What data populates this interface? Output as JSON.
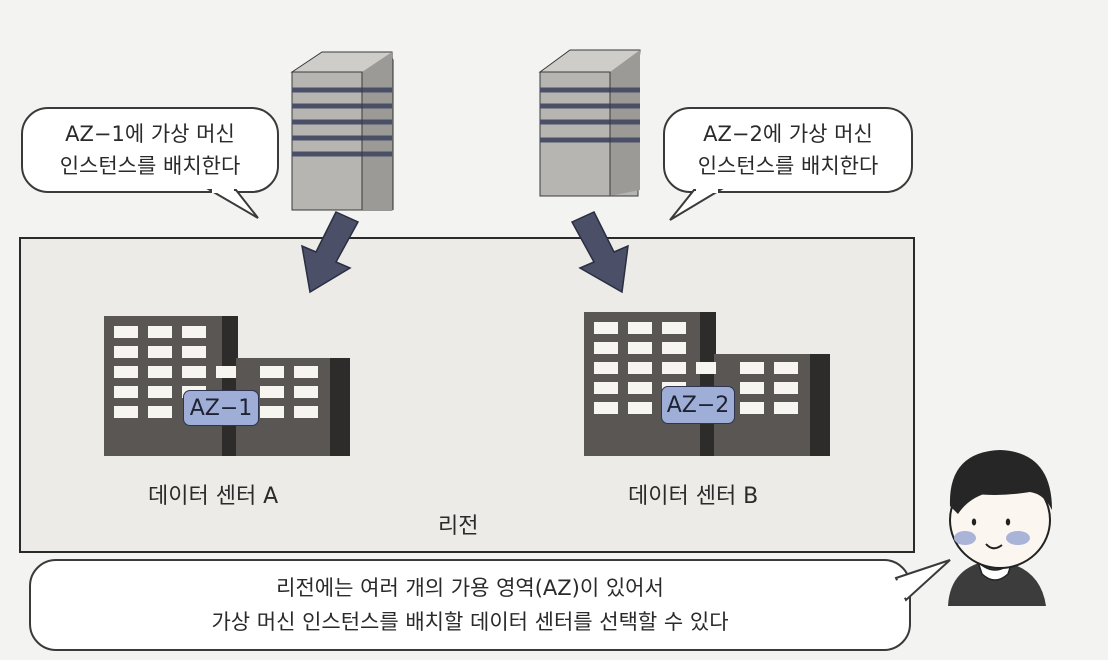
{
  "bubbles": {
    "az1": {
      "line1": "AZ−1에 가상 머신",
      "line2": "인스턴스를 배치한다"
    },
    "az2": {
      "line1": "AZ−2에 가상 머신",
      "line2": "인스턴스를 배치한다"
    },
    "bottom": {
      "line1": "리전에는 여러 개의 가용 영역(AZ)이 있어서",
      "line2": "가상 머신 인스턴스를 배치할 데이터 센터를 선택할 수 있다"
    }
  },
  "datacenters": {
    "a": {
      "label": "데이터 센터 A",
      "az": "AZ−1"
    },
    "b": {
      "label": "데이터 센터 B",
      "az": "AZ−2"
    }
  },
  "region": {
    "label": "리전"
  },
  "colors": {
    "background": "#f3f3f1",
    "building": "#5a5654",
    "building_shadow": "#2e2c2b",
    "window": "#f7f5f0",
    "server": "#b7b5b1",
    "server_stripe": "#4a4f68",
    "arrow": "#4b5068",
    "az_badge": "#9eaed6",
    "region_fill": "#ecebe8",
    "outline": "#222222"
  },
  "icons": [
    "server-icon",
    "datacenter-building-icon",
    "arrow-down-icon",
    "person-avatar-icon"
  ]
}
